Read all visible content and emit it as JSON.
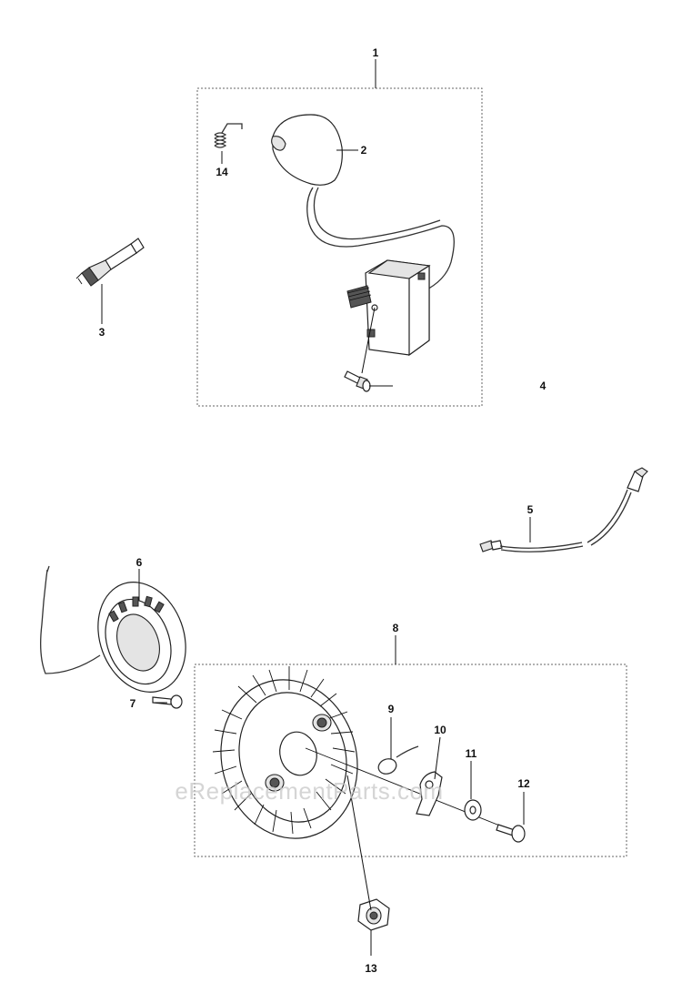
{
  "watermark": "eReplacementParts.com",
  "callouts": {
    "c1": "1",
    "c2": "2",
    "c3": "3",
    "c4": "4",
    "c5": "5",
    "c6": "6",
    "c7": "7",
    "c8": "8",
    "c9": "9",
    "c10": "10",
    "c11": "11",
    "c12": "12",
    "c13": "13",
    "c14": "14"
  }
}
